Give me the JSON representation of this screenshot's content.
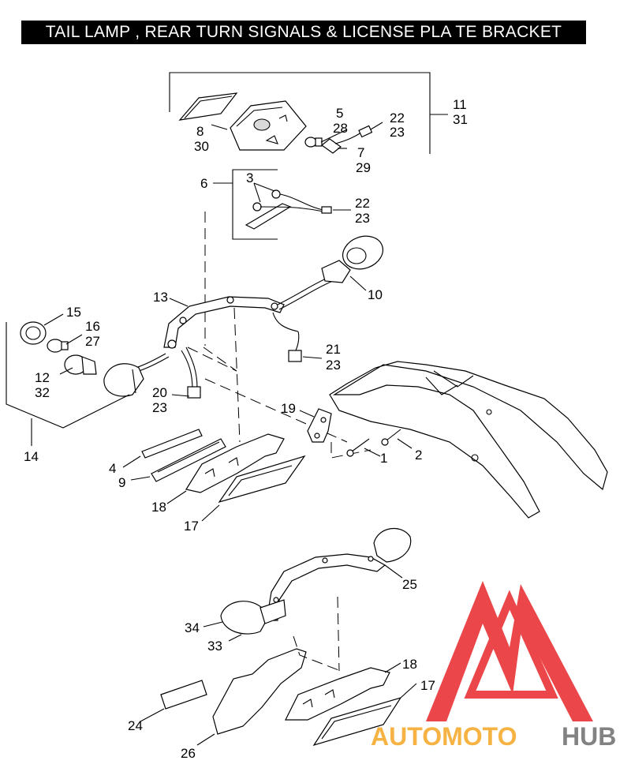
{
  "title": "TAIL LAMP , REAR TURN SIGNALS & LICENSE PLA TE BRACKET",
  "watermark": {
    "text_orange": "AUTOMOTO",
    "text_gray": "HUB",
    "color_red": "#e8282b",
    "color_orange": "#f5a623",
    "color_gray": "#6d6d6d"
  },
  "labels": {
    "l1": "1",
    "l2": "2",
    "l3": "3",
    "l4": "4",
    "l5": "5",
    "l6": "6",
    "l7": "7",
    "l8": "8",
    "l9": "9",
    "l10": "10",
    "l11": "11",
    "l12": "12",
    "l13": "13",
    "l14": "14",
    "l15": "15",
    "l16": "16",
    "l17a": "17",
    "l17b": "17",
    "l18a": "18",
    "l18b": "18",
    "l19": "19",
    "l20": "20",
    "l21": "21",
    "l22a": "22",
    "l22b": "22",
    "l23a": "23",
    "l23b": "23",
    "l23c": "23",
    "l23d": "23",
    "l24": "24",
    "l25": "25",
    "l26": "26",
    "l27": "27",
    "l28": "28",
    "l29": "29",
    "l30": "30",
    "l31": "31",
    "l32": "32",
    "l33": "33",
    "l34": "34"
  }
}
